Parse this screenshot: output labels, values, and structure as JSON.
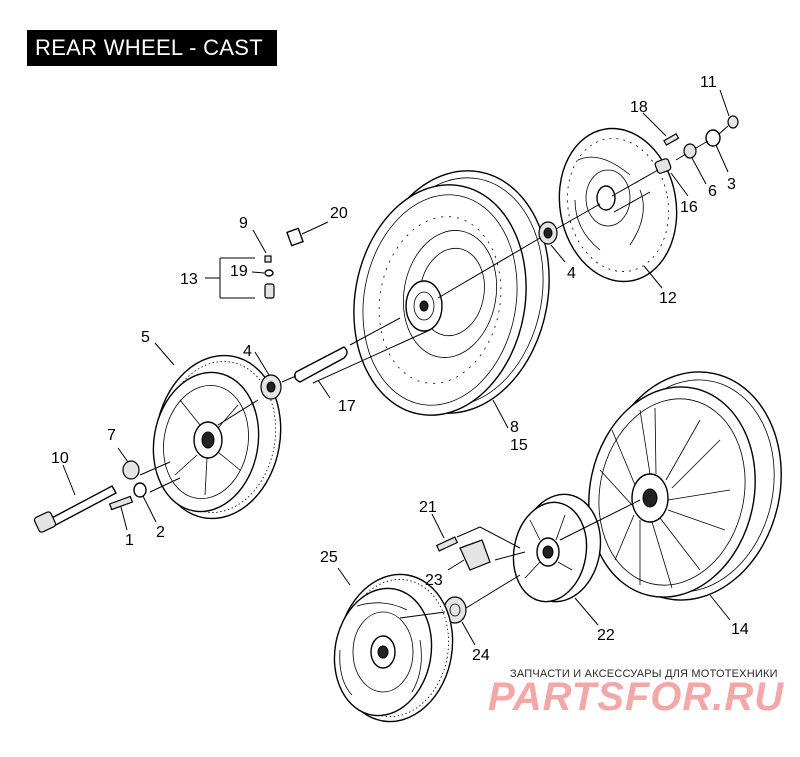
{
  "title": "REAR WHEEL - CAST",
  "callouts": [
    {
      "id": "c1",
      "label": "1"
    },
    {
      "id": "c2",
      "label": "2"
    },
    {
      "id": "c3",
      "label": "3"
    },
    {
      "id": "c4a",
      "label": "4"
    },
    {
      "id": "c4b",
      "label": "4"
    },
    {
      "id": "c5",
      "label": "5"
    },
    {
      "id": "c6",
      "label": "6"
    },
    {
      "id": "c7",
      "label": "7"
    },
    {
      "id": "c8",
      "label": "8"
    },
    {
      "id": "c9",
      "label": "9"
    },
    {
      "id": "c10",
      "label": "10"
    },
    {
      "id": "c11",
      "label": "11"
    },
    {
      "id": "c12",
      "label": "12"
    },
    {
      "id": "c13",
      "label": "13"
    },
    {
      "id": "c14",
      "label": "14"
    },
    {
      "id": "c15",
      "label": "15"
    },
    {
      "id": "c16",
      "label": "16"
    },
    {
      "id": "c17",
      "label": "17"
    },
    {
      "id": "c18",
      "label": "18"
    },
    {
      "id": "c19",
      "label": "19"
    },
    {
      "id": "c20",
      "label": "20"
    },
    {
      "id": "c21",
      "label": "21"
    },
    {
      "id": "c22",
      "label": "22"
    },
    {
      "id": "c23",
      "label": "23"
    },
    {
      "id": "c24",
      "label": "24"
    },
    {
      "id": "c25",
      "label": "25"
    }
  ],
  "watermark": {
    "caption": "ЗАПЧАСТИ И АКСЕССУАРЫ ДЛЯ МОТОТЕХНИКИ",
    "logo": "PARTSFOR.RU"
  }
}
